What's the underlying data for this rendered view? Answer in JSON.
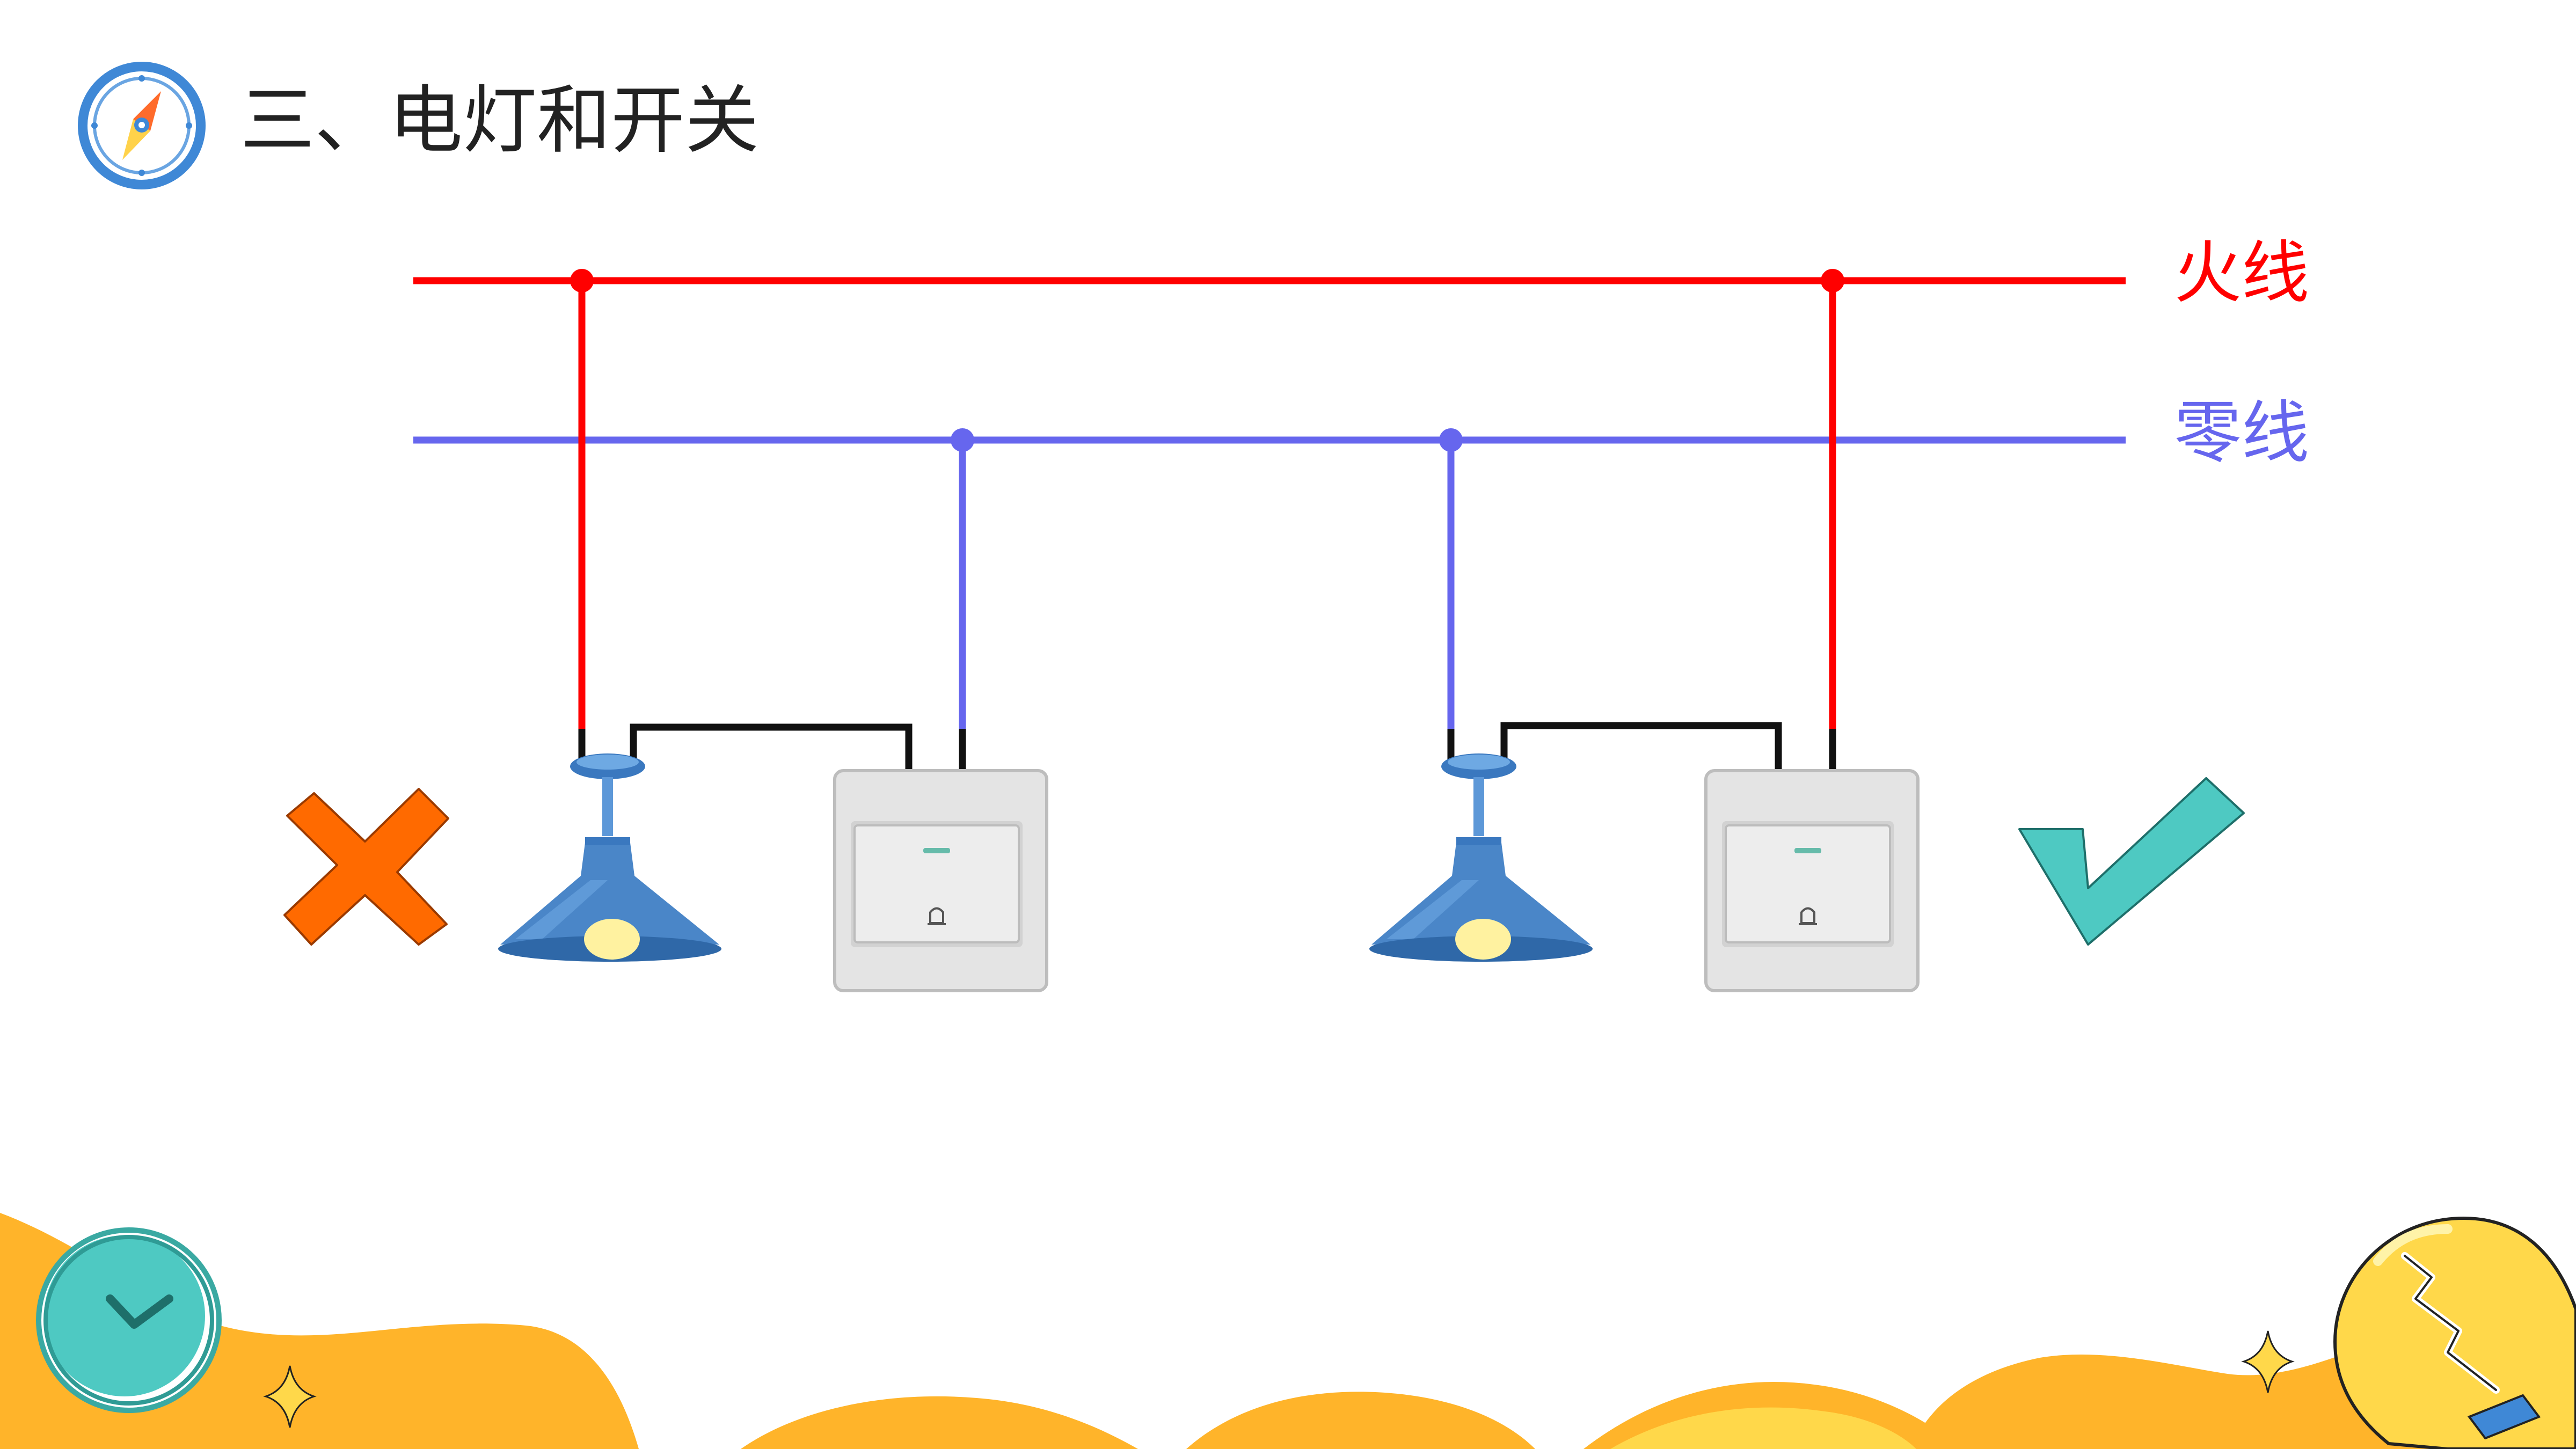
{
  "title": "三、电灯和开关",
  "wires": {
    "live_label": "火线",
    "neutral_label": "零线"
  },
  "colors": {
    "live": "#ff0000",
    "neutral": "#6666ee",
    "connector": "#111111",
    "lamp": "#4a86c8",
    "bulb": "#fff2a0",
    "wrong_mark": "#ff6a00",
    "right_mark": "#4ec9c2",
    "footer_orange": "#ffb42a",
    "footer_yellow": "#ffd84a"
  },
  "circuits": [
    {
      "name": "wrong-circuit",
      "switch_on": "neutral",
      "mark": "wrong"
    },
    {
      "name": "correct-circuit",
      "switch_on": "live",
      "mark": "correct"
    }
  ],
  "icons": {
    "title": "compass-icon",
    "footer_left": "clock-icon",
    "footer_right": "light-bulb-icon",
    "wrong": "cross-mark-icon",
    "correct": "check-mark-icon"
  }
}
